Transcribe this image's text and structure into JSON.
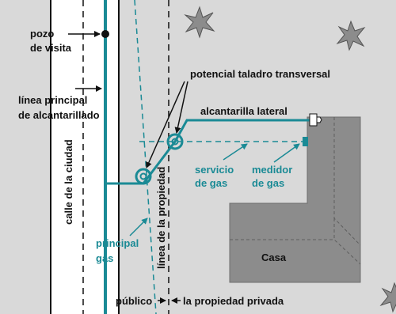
{
  "colors": {
    "background": "#d9d9d9",
    "street": "#ffffff",
    "line": "#111111",
    "teal": "#1a8a95",
    "house": "#8c8c8c",
    "house_roof_edge": "#6e6e6e"
  },
  "icons": [
    "star-shrub-icon",
    "sewer-lateral-cap-icon",
    "gas-meter-icon",
    "bore-location-icon"
  ],
  "labels": {
    "manhole": [
      "pozo",
      "de visita"
    ],
    "main_sewer": [
      "línea principal",
      "de alcantarillado"
    ],
    "city_street": "calle de la ciudad",
    "bore_callout": "potencial taladro transversal",
    "lateral_sewer": "alcantarilla lateral",
    "gas_service": [
      "servicio",
      "de gas"
    ],
    "gas_meter": [
      "medidor",
      "de gas"
    ],
    "property_line": "línea de la propiedad",
    "gas_main": [
      "principal",
      "gas"
    ],
    "house": "Casa",
    "public": "público",
    "private": "la propiedad privada"
  }
}
